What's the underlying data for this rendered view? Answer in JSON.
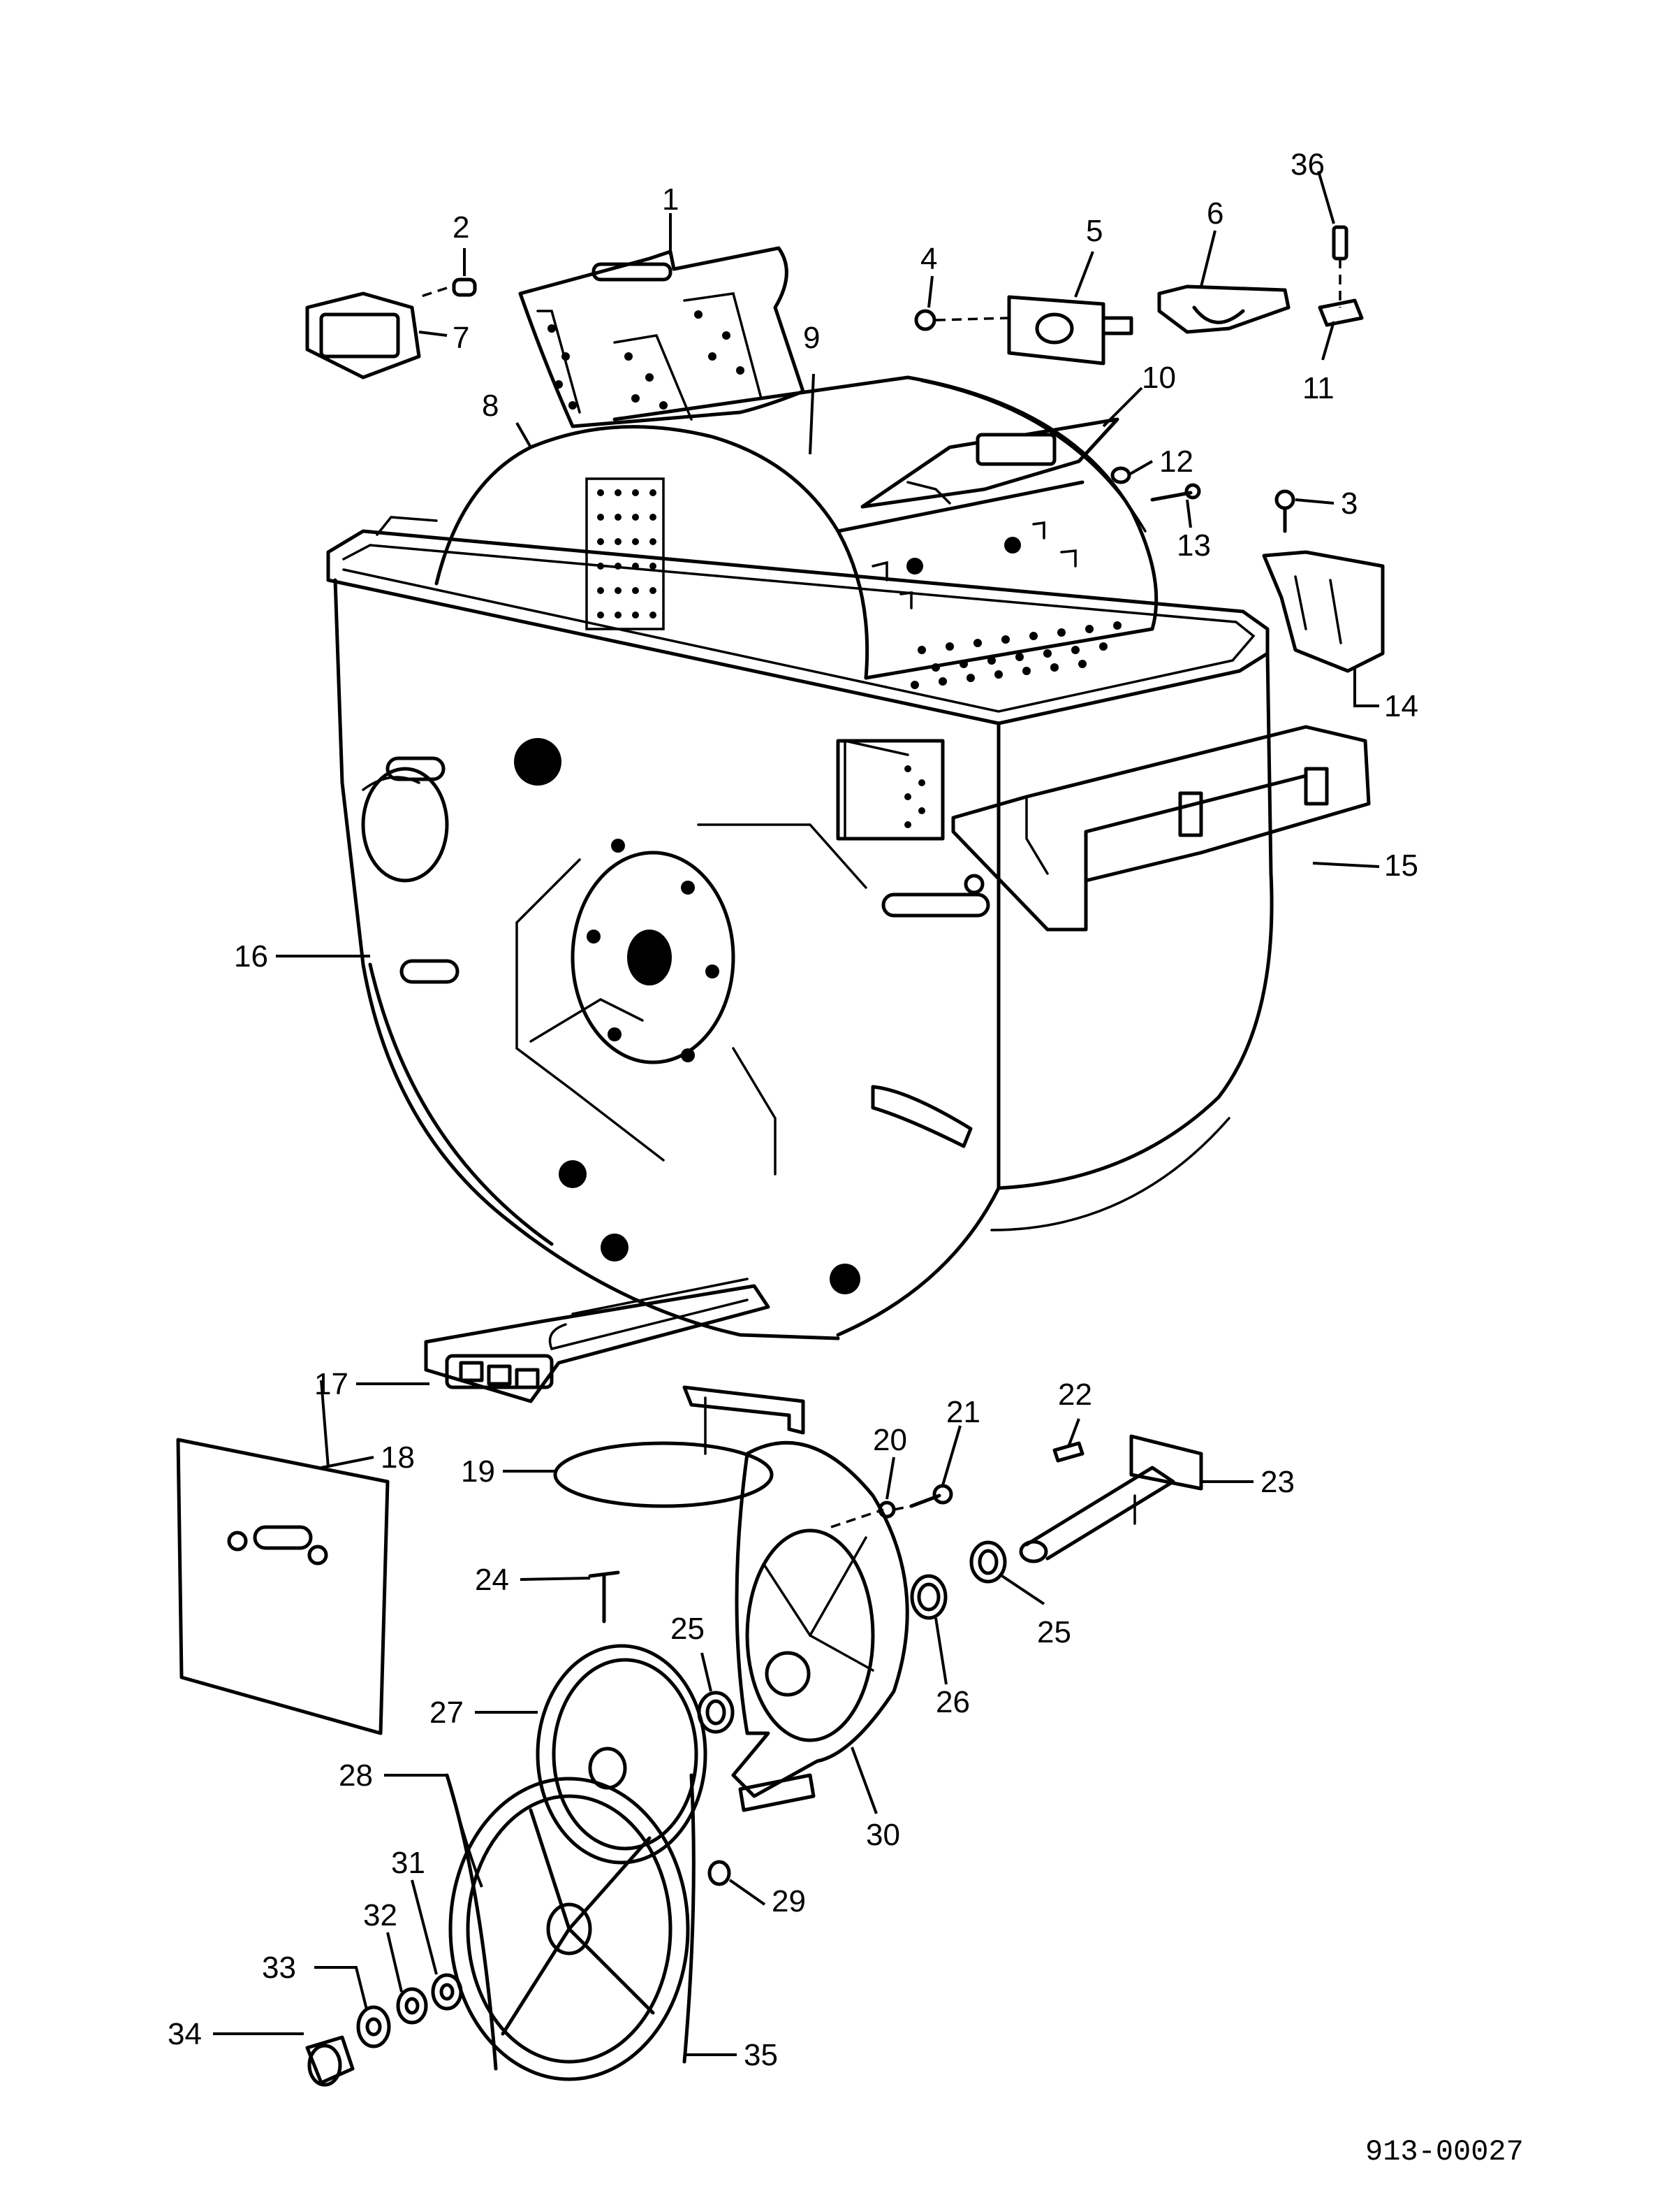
{
  "figure": {
    "document_number": "913-00027",
    "callouts": [
      {
        "id": "1",
        "text": "1"
      },
      {
        "id": "2",
        "text": "2"
      },
      {
        "id": "3",
        "text": "3"
      },
      {
        "id": "4",
        "text": "4"
      },
      {
        "id": "5",
        "text": "5"
      },
      {
        "id": "6",
        "text": "6"
      },
      {
        "id": "7",
        "text": "7"
      },
      {
        "id": "8",
        "text": "8"
      },
      {
        "id": "9",
        "text": "9"
      },
      {
        "id": "10",
        "text": "10"
      },
      {
        "id": "11",
        "text": "11"
      },
      {
        "id": "12",
        "text": "12"
      },
      {
        "id": "13",
        "text": "13"
      },
      {
        "id": "14",
        "text": "14"
      },
      {
        "id": "15",
        "text": "15"
      },
      {
        "id": "16",
        "text": "16"
      },
      {
        "id": "17",
        "text": "17"
      },
      {
        "id": "18",
        "text": "18"
      },
      {
        "id": "19",
        "text": "19"
      },
      {
        "id": "20",
        "text": "20"
      },
      {
        "id": "21",
        "text": "21"
      },
      {
        "id": "22",
        "text": "22"
      },
      {
        "id": "23",
        "text": "23"
      },
      {
        "id": "24",
        "text": "24"
      },
      {
        "id": "25a",
        "text": "25"
      },
      {
        "id": "25b",
        "text": "25"
      },
      {
        "id": "26",
        "text": "26"
      },
      {
        "id": "27",
        "text": "27"
      },
      {
        "id": "28",
        "text": "28"
      },
      {
        "id": "29",
        "text": "29"
      },
      {
        "id": "30",
        "text": "30"
      },
      {
        "id": "31",
        "text": "31"
      },
      {
        "id": "32",
        "text": "32"
      },
      {
        "id": "33",
        "text": "33"
      },
      {
        "id": "34",
        "text": "34"
      },
      {
        "id": "35",
        "text": "35"
      },
      {
        "id": "36",
        "text": "36"
      }
    ]
  }
}
